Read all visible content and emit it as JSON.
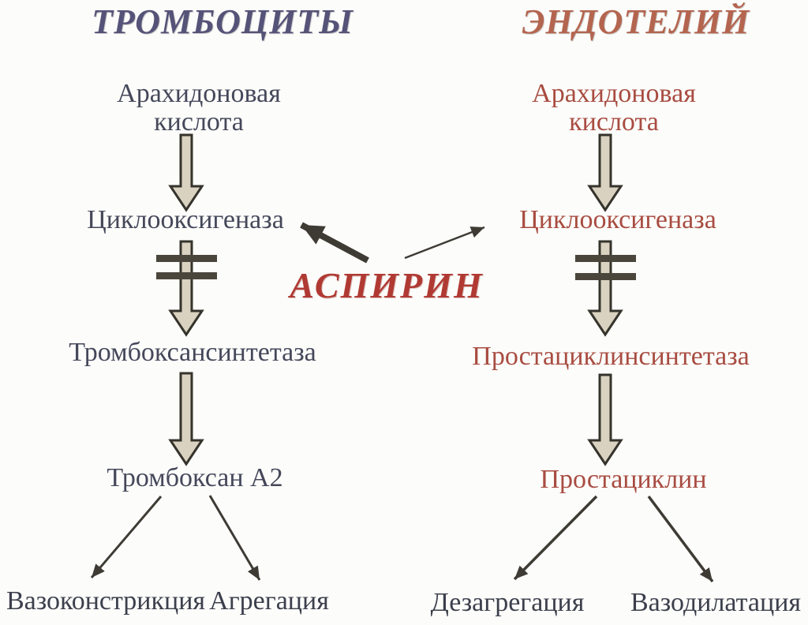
{
  "colors": {
    "dark-text": "#45485a",
    "navy-header": "#565379",
    "red-text": "#a84c41",
    "red-header": "#b4654f",
    "aspirin-red": "#b03a33",
    "outcome-text": "#3c3f4c",
    "arrow-fill": "#d9d2c0",
    "arrow-stroke": "#35332c",
    "thin-arrow": "#3e3b35",
    "inhibitor-bar": "#4a463c"
  },
  "left_column": {
    "header": "ТРОМБОЦИТЫ",
    "substrate_line1": "Арахидоновая",
    "substrate_line2": "кислота",
    "enzyme1": "Циклооксигеназа",
    "enzyme2": "Тромбоксансинтетаза",
    "product": "Тромбоксан А2",
    "outcome1": "Вазоконстрикция",
    "outcome2": "Агрегация"
  },
  "right_column": {
    "header": "ЭНДОТЕЛИЙ",
    "substrate_line1": "Арахидоновая",
    "substrate_line2": "кислота",
    "enzyme1": "Циклооксигеназа",
    "enzyme2": "Простациклинсинтетаза",
    "product": "Простациклин",
    "outcome1": "Дезагрегация",
    "outcome2": "Вазодилатация"
  },
  "center": {
    "inhibitor": "АСПИРИН"
  }
}
